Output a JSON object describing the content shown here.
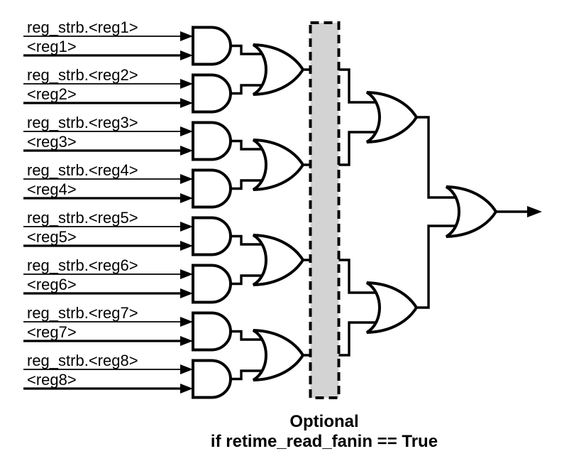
{
  "diagram": {
    "inputs": [
      {
        "strobe": "reg_strb.<reg1>",
        "value": "<reg1>"
      },
      {
        "strobe": "reg_strb.<reg2>",
        "value": "<reg2>"
      },
      {
        "strobe": "reg_strb.<reg3>",
        "value": "<reg3>"
      },
      {
        "strobe": "reg_strb.<reg4>",
        "value": "<reg4>"
      },
      {
        "strobe": "reg_strb.<reg5>",
        "value": "<reg5>"
      },
      {
        "strobe": "reg_strb.<reg6>",
        "value": "<reg6>"
      },
      {
        "strobe": "reg_strb.<reg7>",
        "value": "<reg7>"
      },
      {
        "strobe": "reg_strb.<reg8>",
        "value": "<reg8>"
      }
    ],
    "caption": {
      "line1": "Optional",
      "line2": "if retime_read_fanin == True"
    },
    "structure": {
      "and_gates": 8,
      "or_gates_stage2": 4,
      "or_gates_stage3": 2,
      "or_gate_final": 1
    }
  },
  "colors": {
    "stroke": "#000000",
    "gate_fill": "#ffffff",
    "optional_region_fill": "#d3d3d3",
    "background": "#ffffff"
  }
}
